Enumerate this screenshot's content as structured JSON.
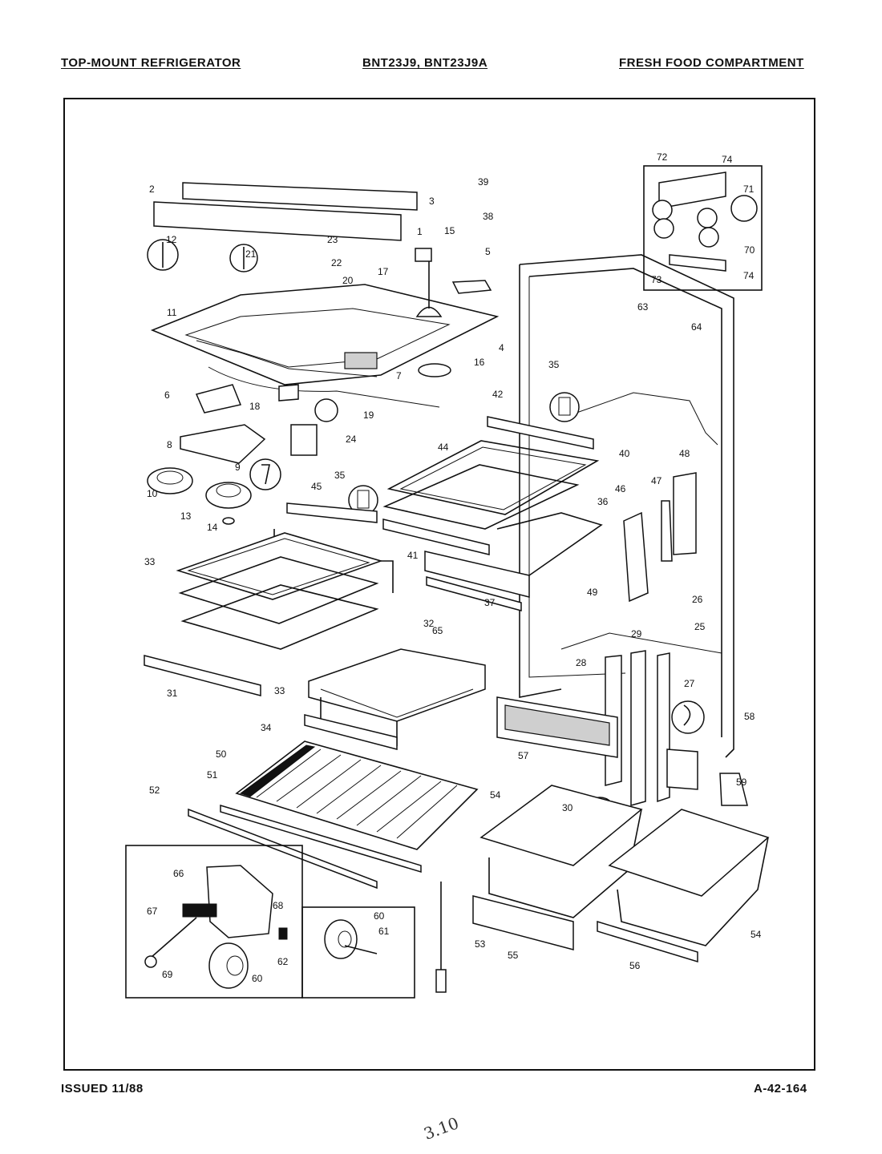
{
  "header": {
    "left": "TOP-MOUNT REFRIGERATOR",
    "center": "BNT23J9, BNT23J9A",
    "right": "FRESH FOOD COMPARTMENT"
  },
  "footer": {
    "issued": "ISSUED 11/88",
    "code": "A-42-164",
    "handwritten": "3.10"
  },
  "callouts": [
    "1",
    "2",
    "3",
    "4",
    "5",
    "6",
    "7",
    "8",
    "9",
    "10",
    "11",
    "12",
    "13",
    "14",
    "15",
    "16",
    "17",
    "18",
    "19",
    "20",
    "21",
    "22",
    "23",
    "24",
    "25",
    "26",
    "27",
    "28",
    "29",
    "30",
    "31",
    "32",
    "33",
    "33",
    "34",
    "35",
    "35",
    "36",
    "37",
    "38",
    "39",
    "40",
    "41",
    "42",
    "44",
    "45",
    "46",
    "47",
    "48",
    "49",
    "50",
    "51",
    "52",
    "53",
    "54",
    "54",
    "55",
    "56",
    "57",
    "58",
    "59",
    "60",
    "60",
    "61",
    "62",
    "63",
    "64",
    "65",
    "66",
    "67",
    "68",
    "69",
    "70",
    "71",
    "72",
    "73",
    "74",
    "74"
  ]
}
